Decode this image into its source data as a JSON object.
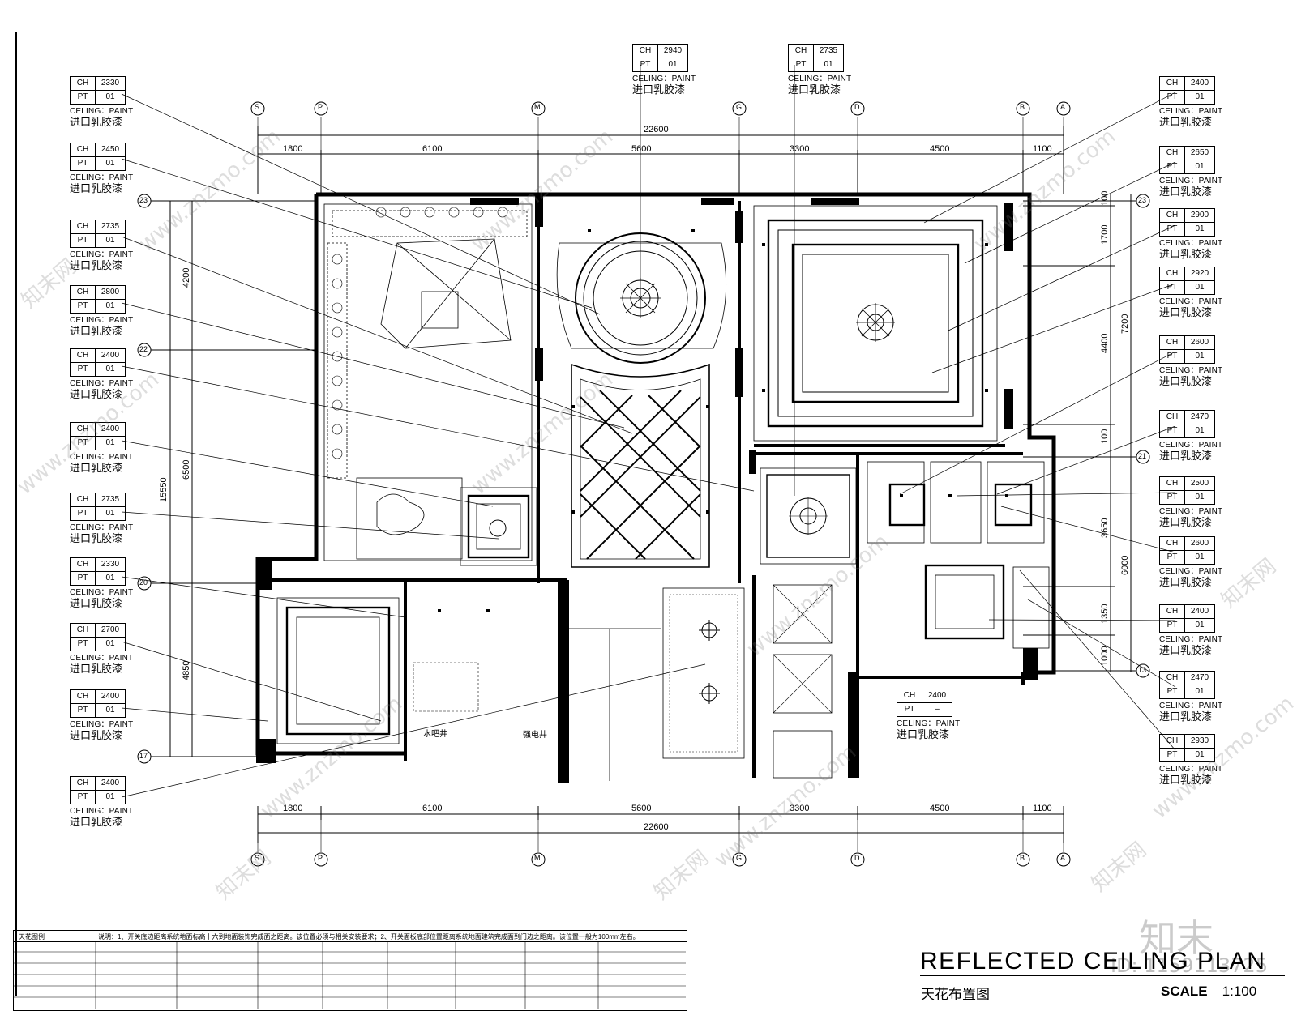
{
  "tags": [
    {
      "ch": "2940",
      "pt": "01",
      "c1": "CELING：PAINT",
      "c2": "进口乳胶漆"
    },
    {
      "ch": "2735",
      "pt": "01",
      "c1": "CELING：PAINT",
      "c2": "进口乳胶漆"
    },
    {
      "ch": "2330",
      "pt": "01",
      "c1": "CELING：PAINT",
      "c2": "进口乳胶漆"
    },
    {
      "ch": "2450",
      "pt": "01",
      "c1": "CELING：PAINT",
      "c2": "进口乳胶漆"
    },
    {
      "ch": "2735",
      "pt": "01",
      "c1": "CELING：PAINT",
      "c2": "进口乳胶漆"
    },
    {
      "ch": "2800",
      "pt": "01",
      "c1": "CELING：PAINT",
      "c2": "进口乳胶漆"
    },
    {
      "ch": "2400",
      "pt": "01",
      "c1": "CELING：PAINT",
      "c2": "进口乳胶漆"
    },
    {
      "ch": "2400",
      "pt": "01",
      "c1": "CELING：PAINT",
      "c2": "进口乳胶漆"
    },
    {
      "ch": "2735",
      "pt": "01",
      "c1": "CELING：PAINT",
      "c2": "进口乳胶漆"
    },
    {
      "ch": "2330",
      "pt": "01",
      "c1": "CELING：PAINT",
      "c2": "进口乳胶漆"
    },
    {
      "ch": "2700",
      "pt": "01",
      "c1": "CELING：PAINT",
      "c2": "进口乳胶漆"
    },
    {
      "ch": "2400",
      "pt": "01",
      "c1": "CELING：PAINT",
      "c2": "进口乳胶漆"
    },
    {
      "ch": "2400",
      "pt": "01",
      "c1": "CELING：PAINT",
      "c2": "进口乳胶漆"
    },
    {
      "ch": "2400",
      "pt": "01",
      "c1": "CELING：PAINT",
      "c2": "进口乳胶漆"
    },
    {
      "ch": "2650",
      "pt": "01",
      "c1": "CELING：PAINT",
      "c2": "进口乳胶漆"
    },
    {
      "ch": "2900",
      "pt": "01",
      "c1": "CELING：PAINT",
      "c2": "进口乳胶漆"
    },
    {
      "ch": "2920",
      "pt": "01",
      "c1": "CELING：PAINT",
      "c2": "进口乳胶漆"
    },
    {
      "ch": "2600",
      "pt": "01",
      "c1": "CELING：PAINT",
      "c2": "进口乳胶漆"
    },
    {
      "ch": "2470",
      "pt": "01",
      "c1": "CELING：PAINT",
      "c2": "进口乳胶漆"
    },
    {
      "ch": "2500",
      "pt": "01",
      "c1": "CELING：PAINT",
      "c2": "进口乳胶漆"
    },
    {
      "ch": "2600",
      "pt": "01",
      "c1": "CELING：PAINT",
      "c2": "进口乳胶漆"
    },
    {
      "ch": "2400",
      "pt": "01",
      "c1": "CELING：PAINT",
      "c2": "进口乳胶漆"
    },
    {
      "ch": "2470",
      "pt": "01",
      "c1": "CELING：PAINT",
      "c2": "进口乳胶漆"
    },
    {
      "ch": "2930",
      "pt": "01",
      "c1": "CELING：PAINT",
      "c2": "进口乳胶漆"
    },
    {
      "ch": "2400",
      "pt": "–",
      "c1": "CELING：PAINT",
      "c2": "进口乳胶漆"
    }
  ],
  "labels": {
    "ch": "CH",
    "pt": "PT"
  },
  "dims_top": {
    "total": "22600",
    "segs": [
      "1800",
      "6100",
      "5600",
      "3300",
      "4500",
      "1100"
    ]
  },
  "dims_bottom": {
    "total": "22600",
    "segs": [
      "1800",
      "6100",
      "5600",
      "3300",
      "4500",
      "1100"
    ]
  },
  "dims_left": {
    "total": "15550",
    "segs": [
      "4200",
      "6500",
      "4850"
    ]
  },
  "dims_right": {
    "total_a": "7200",
    "total_b": "6000",
    "segs": [
      "100",
      "1700",
      "4400",
      "100",
      "3650",
      "1350",
      "1000"
    ]
  },
  "grid_top": [
    "S",
    "P",
    "M",
    "G",
    "D",
    "B",
    "A"
  ],
  "grid_left": [
    "23",
    "22",
    "20",
    "17"
  ],
  "grid_right": [
    "23",
    "21",
    "13"
  ],
  "rooms": {
    "water": "水吧井",
    "shaft": "强电井"
  },
  "title": "REFLECTED CEILING PLAN",
  "subtitle": "天花布置图",
  "scale": {
    "label": "SCALE",
    "value": "1:100"
  },
  "legend": {
    "title": "天花图例",
    "note": "说明：1、开关底边距离系统地面标高十六到地面装饰完成面之距离。该位置必须与相关安装要求；2、开关面板底部位置距离系统地面建筑完成面到门边之距离。该位置一般为100mm左右。"
  },
  "watermark": {
    "site": "www.znzmo.com",
    "brand": "知末网",
    "logo": "知末",
    "id": "ID: 1159113725"
  }
}
